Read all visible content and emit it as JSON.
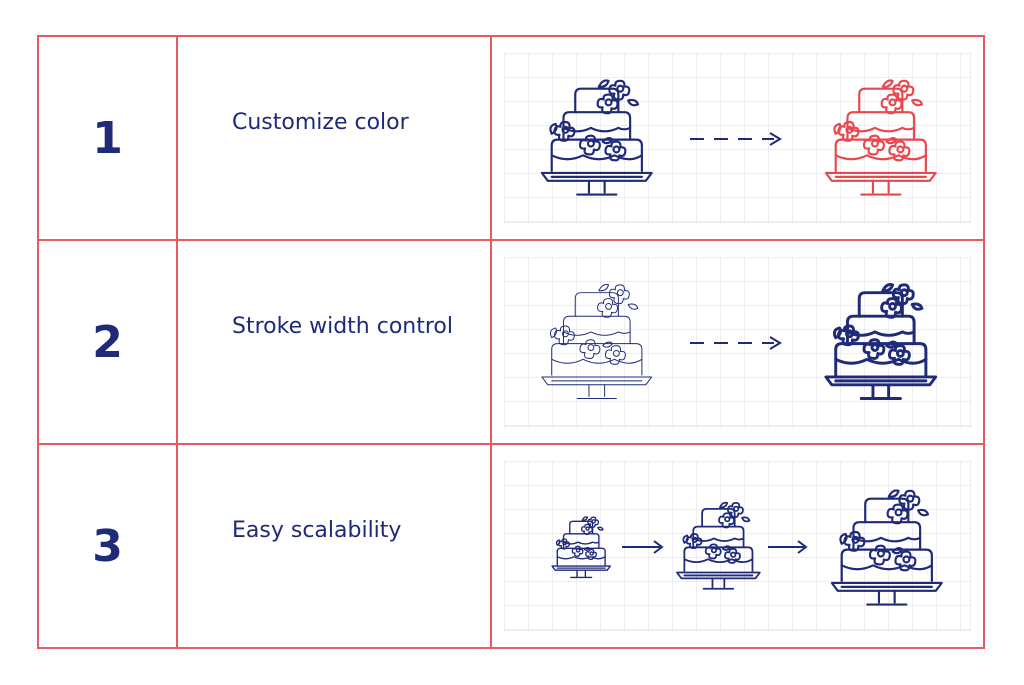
{
  "colors": {
    "border": "#e85a5f",
    "navy": "#1f2a78",
    "red": "#e8474d",
    "grid": "#dcdce6"
  },
  "icons": [
    "cake-icon",
    "arrow-right-icon",
    "dashed-arrow-icon"
  ],
  "rows": [
    {
      "number": "1",
      "label": "Customize color"
    },
    {
      "number": "2",
      "label": "Stroke width control"
    },
    {
      "number": "3",
      "label": "Easy scalability"
    }
  ]
}
